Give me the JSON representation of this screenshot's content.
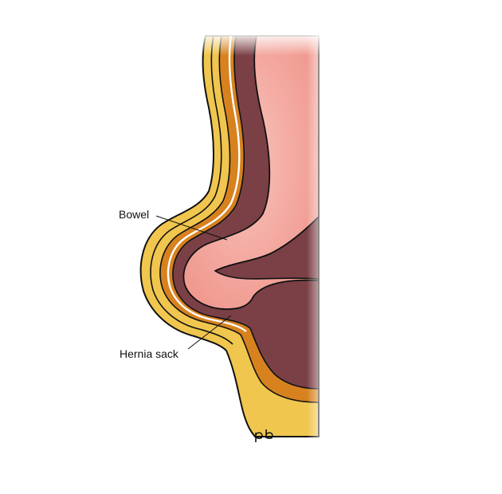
{
  "labels": {
    "bowel": "Bowel",
    "hernia_sack": "Hernia sack"
  },
  "signature": "pb",
  "colors": {
    "background": "#ffffff",
    "skin_fat": "#f0c64e",
    "skin_fat_light": "#f6d877",
    "muscle": "#d7821f",
    "peritoneum_cavity": "#7a4046",
    "bowel": "#f3a49b",
    "bowel_highlight": "#f9c3bb",
    "outline": "#111111"
  }
}
